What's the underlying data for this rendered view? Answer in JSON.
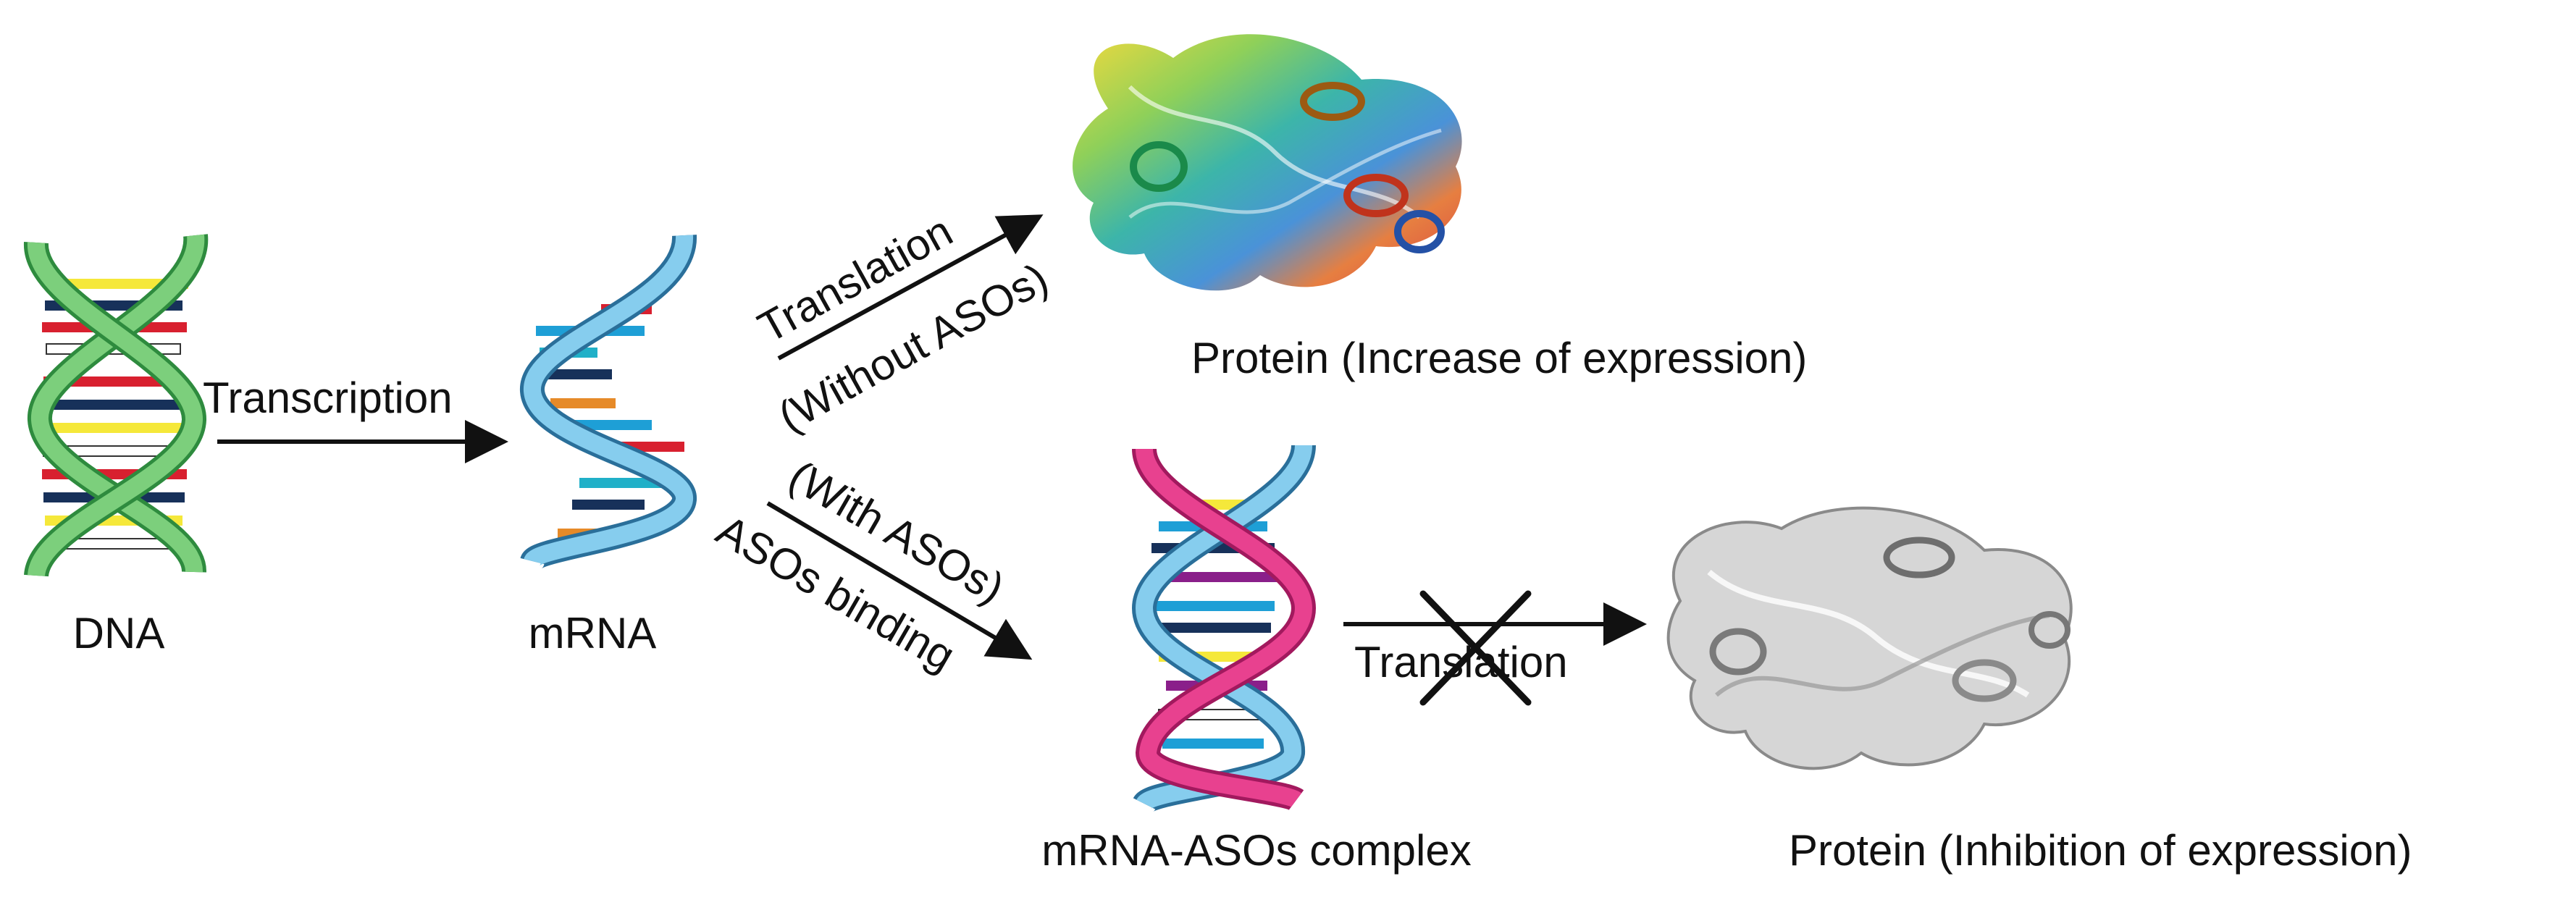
{
  "labels": {
    "dna": "DNA",
    "mrna": "mRNA",
    "transcription": "Transcription",
    "translation_upper": "Translation",
    "without_asos": "(Without ASOs)",
    "with_asos": "(With ASOs)",
    "asos_binding": "ASOs binding",
    "protein_increase": "Protein (Increase of expression)",
    "complex": "mRNA-ASOs complex",
    "translation_blocked": "Translation",
    "protein_inhibition": "Protein (Inhibition of expression)"
  },
  "colors": {
    "dna_strand": "#7ccf7c",
    "dna_strand_dark": "#2e8b3e",
    "mrna_strand": "#86cdee",
    "aso_strand": "#e8418f",
    "arrow": "#111111",
    "protein_gray": "#bdbdbd"
  },
  "icons": [
    "dna-helix-icon",
    "mrna-helix-icon",
    "protein-ribbon-icon",
    "cross-mark-icon"
  ]
}
